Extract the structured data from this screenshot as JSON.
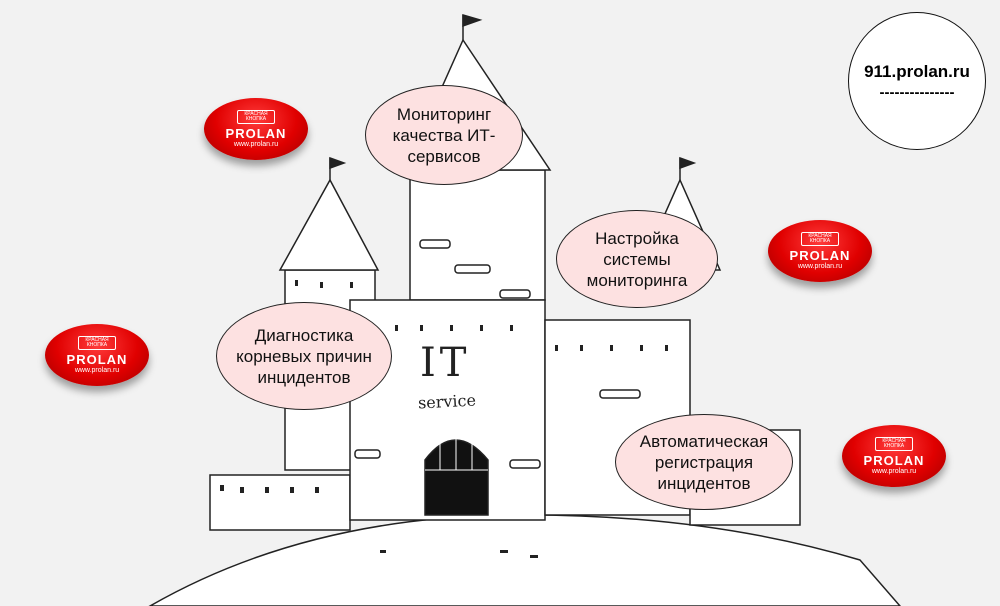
{
  "site_badge": {
    "url": "911.prolan.ru",
    "underline": "---------------"
  },
  "castle": {
    "sign_it": "IT",
    "sign_service": "service"
  },
  "bubbles": [
    {
      "label": "Мониторинг качества ИТ-сервисов"
    },
    {
      "label": "Настройка системы мониторинга"
    },
    {
      "label": "Диагностика корневых причин инцидентов"
    },
    {
      "label": "Автоматическая регистрация инцидентов"
    }
  ],
  "red_button": {
    "badge": "КРАСНАЯ КНОПКА",
    "brand": "PROLAN",
    "url": "www.prolan.ru",
    "color": "#e00000"
  },
  "colors": {
    "background": "#f2f2f2",
    "bubble": "#fde1e1"
  }
}
